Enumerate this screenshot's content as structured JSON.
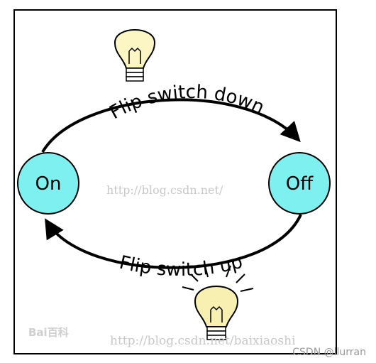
{
  "diagram": {
    "states": {
      "on": {
        "label": "On"
      },
      "off": {
        "label": "Off"
      }
    },
    "transitions": {
      "top": {
        "label": "Flip switch down"
      },
      "bottom": {
        "label": "Flip switch up"
      }
    },
    "colors": {
      "state_fill": "#7ef0f0",
      "bulb_off_fill": "#fbf6c4",
      "bulb_on_fill": "#f7f0b0",
      "line": "#000000"
    },
    "icons": {
      "top_bulb": "light-bulb-off-icon",
      "bottom_bulb": "light-bulb-on-icon"
    }
  },
  "watermarks": {
    "center": "http://blog.csdn.net/",
    "bottom": "http://blog.csdn.net/baixiaoshi",
    "corner": "CSDN @llurran",
    "logo": "Bai百科"
  }
}
